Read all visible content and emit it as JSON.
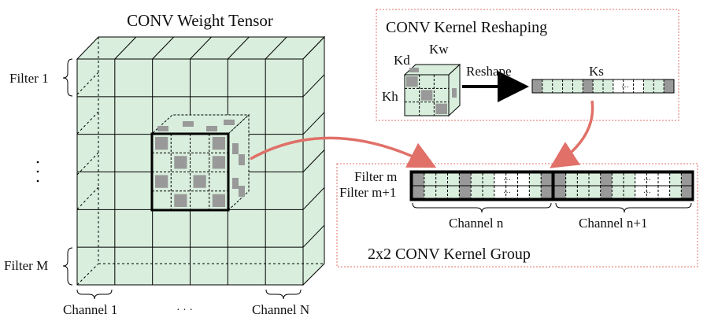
{
  "tensor": {
    "title": "CONV Weight Tensor",
    "filter_first": "Filter 1",
    "filter_last": "Filter M",
    "vdots": "·\n·\n·",
    "channel_first": "Channel 1",
    "channel_last": "Channel N",
    "hdots": "· · ·"
  },
  "reshape_box": {
    "title": "CONV Kernel Reshaping",
    "kd": "Kd",
    "kw": "Kw",
    "kh": "Kh",
    "arrow_label": "Reshape",
    "ks": "Ks",
    "dots": "···"
  },
  "group_box": {
    "filter_m": "Filter m",
    "filter_m1": "Filter m+1",
    "channel_n": "Channel n",
    "channel_n1": "Channel n+1",
    "title": "2x2 CONV Kernel Group",
    "dots": "···"
  },
  "colors": {
    "cell_green": "#d9eedd",
    "cell_gray": "#999999",
    "arrow_red": "#e07068",
    "dashed_red": "#e07068"
  }
}
